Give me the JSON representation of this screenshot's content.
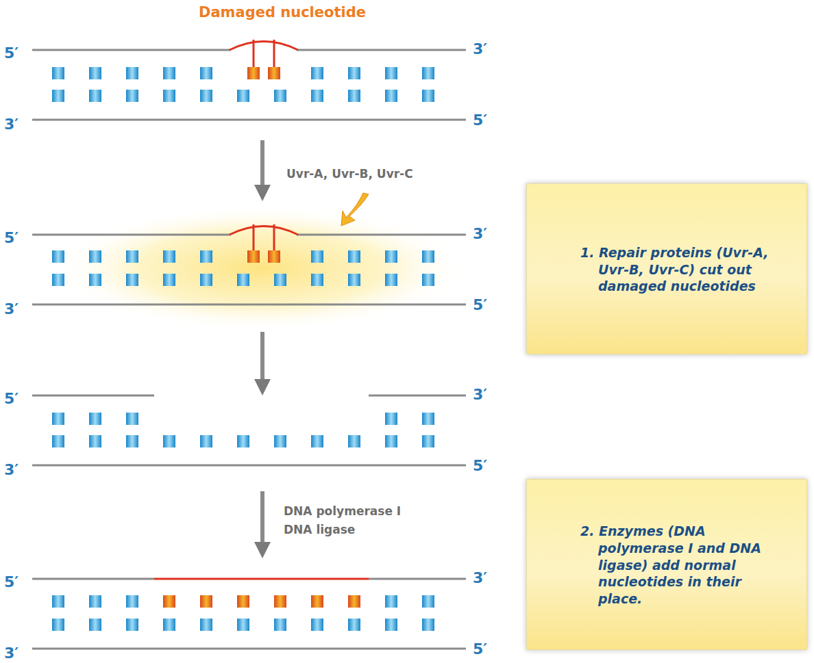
{
  "diagram": {
    "nodes": [
      {
        "text": [
          "1. Repair proteins (Uvr-A, Uvr-B, Uvr-C) cut out damaged nucleotides"
        ]
      },
      {
        "text": [
          "2. Enzymes (DNA polymerase I and DNA ligase) add normal nucleotides in their place."
        ]
      }
    ],
    "labels": [
      "Damaged nucleotide",
      "5′",
      "3′",
      "3′",
      "5′",
      "5′",
      "3′",
      "3′",
      "5′",
      "5′",
      "3′",
      "3′",
      "5′",
      "5′",
      "3′",
      "3′",
      "5′",
      "Uvr-A, Uvr-B, Uvr-C",
      "DNA polymerase I",
      "DNA ligase"
    ]
  }
}
